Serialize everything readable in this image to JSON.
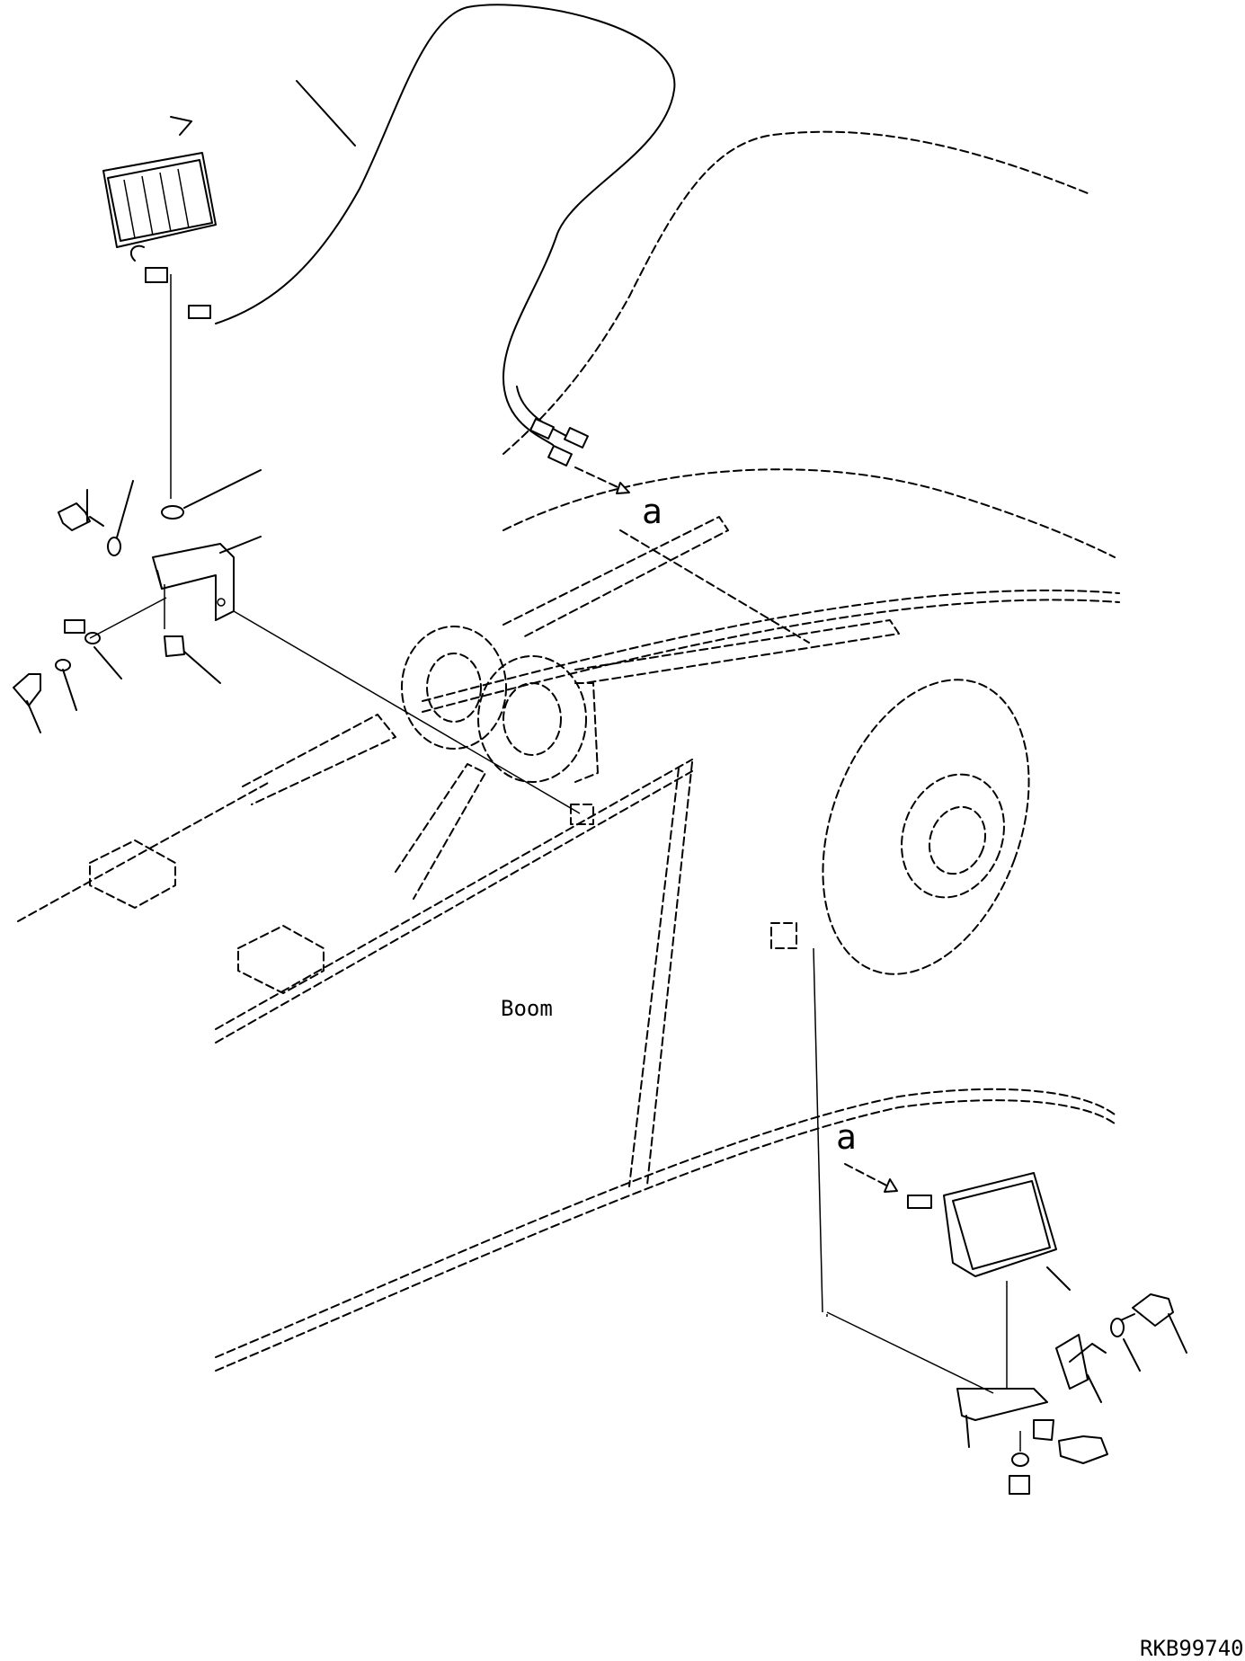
{
  "labels": {
    "boom": "Boom",
    "ref_a_top": "a",
    "ref_a_bottom": "a",
    "drawing_code": "RKB99740"
  }
}
